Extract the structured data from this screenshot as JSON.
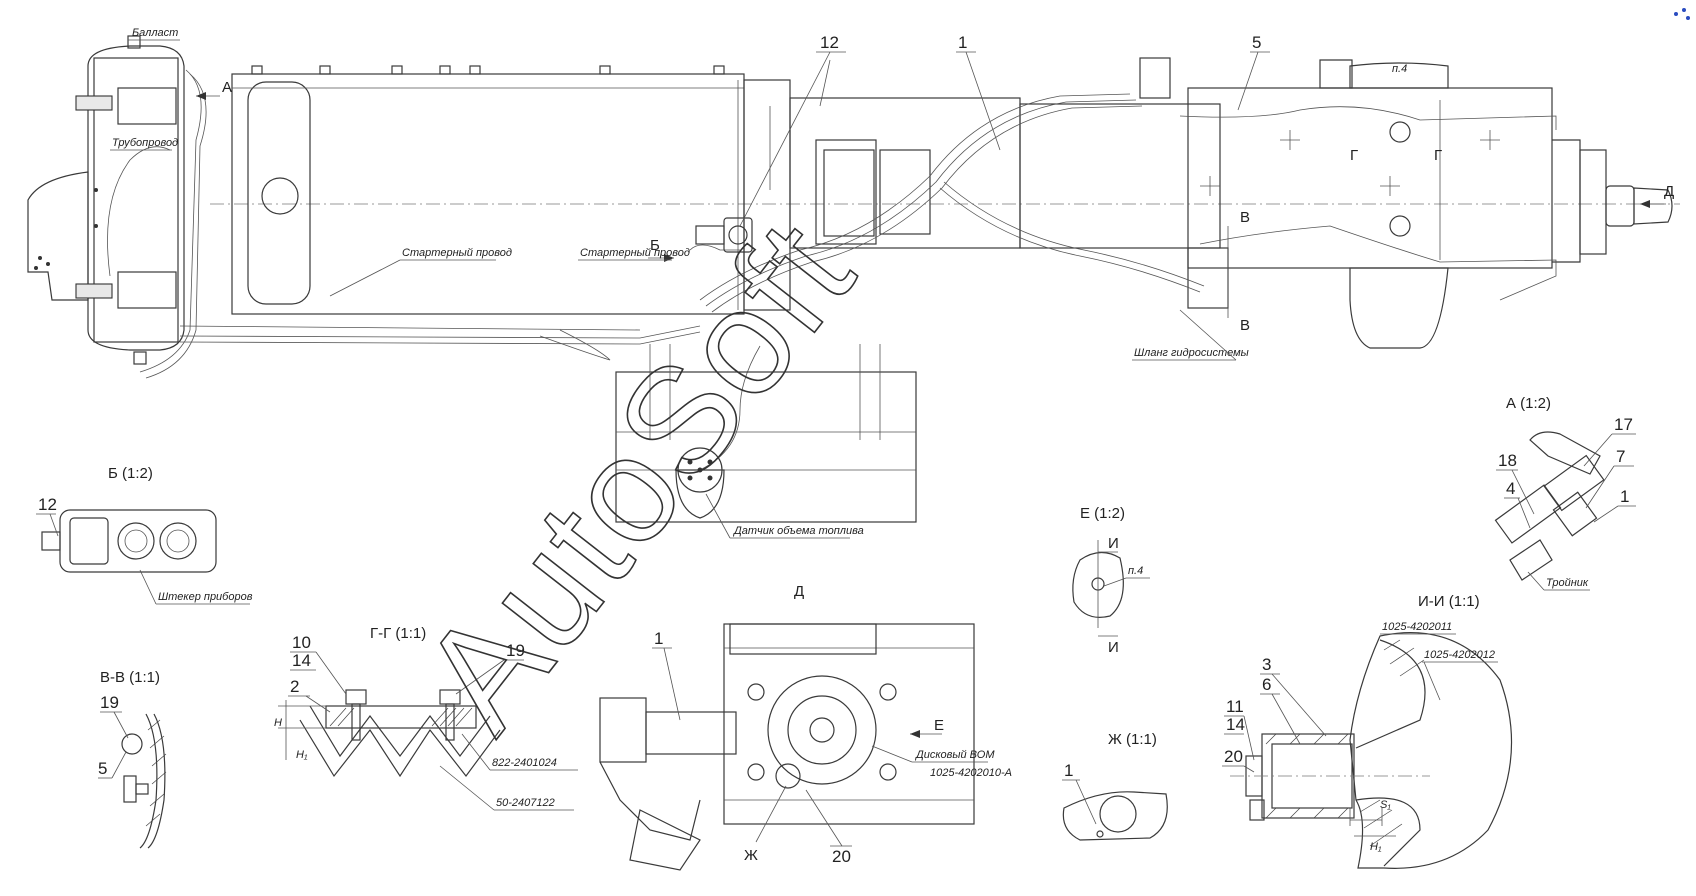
{
  "callouts": {
    "n1": "1",
    "n2": "2",
    "n3": "3",
    "n4": "4",
    "n5": "5",
    "n6": "6",
    "n7": "7",
    "n10": "10",
    "n11": "11",
    "n12": "12",
    "n14": "14",
    "n17": "17",
    "n18": "18",
    "n19": "19",
    "n20": "20"
  },
  "labels": {
    "ballast": "Балласт",
    "pipeline": "Трубопровод",
    "starter_wire_1": "Стартерный провод",
    "starter_wire_2": "Стартерный провод",
    "hydraulic_hose": "Шланг гидросистемы",
    "fuel_sensor": "Датчик объема топлива",
    "instrument_plug": "Штекер приборов",
    "tee": "Тройник",
    "disc_pto": "Дисковый ВОМ",
    "part_pto": "1025-4202010-А",
    "part_011": "1025-4202011",
    "part_012": "1025-4202012",
    "part_822": "822-2401024",
    "part_50": "50-2407122",
    "p4a": "п.4",
    "p4b": "п.4",
    "h1": "H₁",
    "h": "H",
    "s1": "S₁"
  },
  "views": {
    "view_a_arrow": "А",
    "view_b_arrow": "Б",
    "view_v_arrow": "В",
    "view_v_arrow2": "В",
    "view_g_arrow": "Г",
    "view_g_arrow2": "Г",
    "view_d_arrow": "Д",
    "view_i_arrow": "И",
    "view_i_arrow2": "И",
    "a_title": "А (1:2)",
    "b_title": "Б (1:2)",
    "vv_title": "В-В (1:1)",
    "gg_title": "Г-Г (1:1)",
    "d_title": "Д",
    "e_title": "Е (1:2)",
    "e_arrow": "Е",
    "zh_title": "Ж (1:1)",
    "zh_arrow": "Ж",
    "ii_title": "И-И (1:1)"
  },
  "watermark": "AutoSoft"
}
